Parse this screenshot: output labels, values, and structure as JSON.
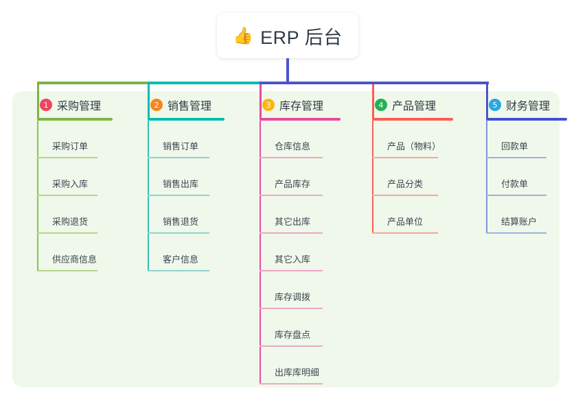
{
  "title": {
    "emoji": "👍",
    "emoji_name": "thumbs-up-icon",
    "text": "ERP 后台"
  },
  "palette": {
    "panel_bg": "#eff8ea",
    "card_bg": "#ffffff",
    "text": "#2f3a45",
    "root_connector": "#4a55c8"
  },
  "columns": [
    {
      "number": "1",
      "label": "采购管理",
      "badge_color": "#f2425f",
      "rule_color": "#7cb342",
      "line_color": "#8ec14f",
      "item_rule_color": "#b5d48a",
      "connector_color": "#7cb342",
      "items": [
        "采购订单",
        "采购入库",
        "采购退货",
        "供应商信息"
      ]
    },
    {
      "number": "2",
      "label": "销售管理",
      "badge_color": "#f5871f",
      "rule_color": "#00bcb4",
      "line_color": "#35bfb6",
      "item_rule_color": "#8fd4ce",
      "connector_color": "#00bcb4",
      "items": [
        "销售订单",
        "销售出库",
        "销售退货",
        "客户信息"
      ]
    },
    {
      "number": "3",
      "label": "库存管理",
      "badge_color": "#fbb616",
      "rule_color": "#e8489b",
      "line_color": "#e64f9c",
      "item_rule_color": "#eda6c8",
      "connector_color": "#e8489b",
      "items": [
        "仓库信息",
        "产品库存",
        "其它出库",
        "其它入库",
        "库存调拨",
        "库存盘点",
        "出库库明细"
      ]
    },
    {
      "number": "4",
      "label": "产品管理",
      "badge_color": "#22b255",
      "rule_color": "#ff5a52",
      "line_color": "#f4605a",
      "item_rule_color": "#f3a6a0",
      "connector_color": "#ff5a52",
      "items": [
        "产品（物料）",
        "产品分类",
        "产品单位"
      ]
    },
    {
      "number": "5",
      "label": "财务管理",
      "badge_color": "#27a8e0",
      "rule_color": "#3f51d5",
      "line_color": "#7e93d8",
      "item_rule_color": "#9eb0e0",
      "connector_color": "#4a55c8",
      "items": [
        "回款单",
        "付款单",
        "结算账户"
      ]
    }
  ],
  "connector_bar": {
    "segments": [
      {
        "name": "green-segment",
        "color": "#7cb342"
      },
      {
        "name": "teal-segment",
        "color": "#00bcb4"
      },
      {
        "name": "blue-segment",
        "color": "#4a55c8"
      }
    ]
  }
}
